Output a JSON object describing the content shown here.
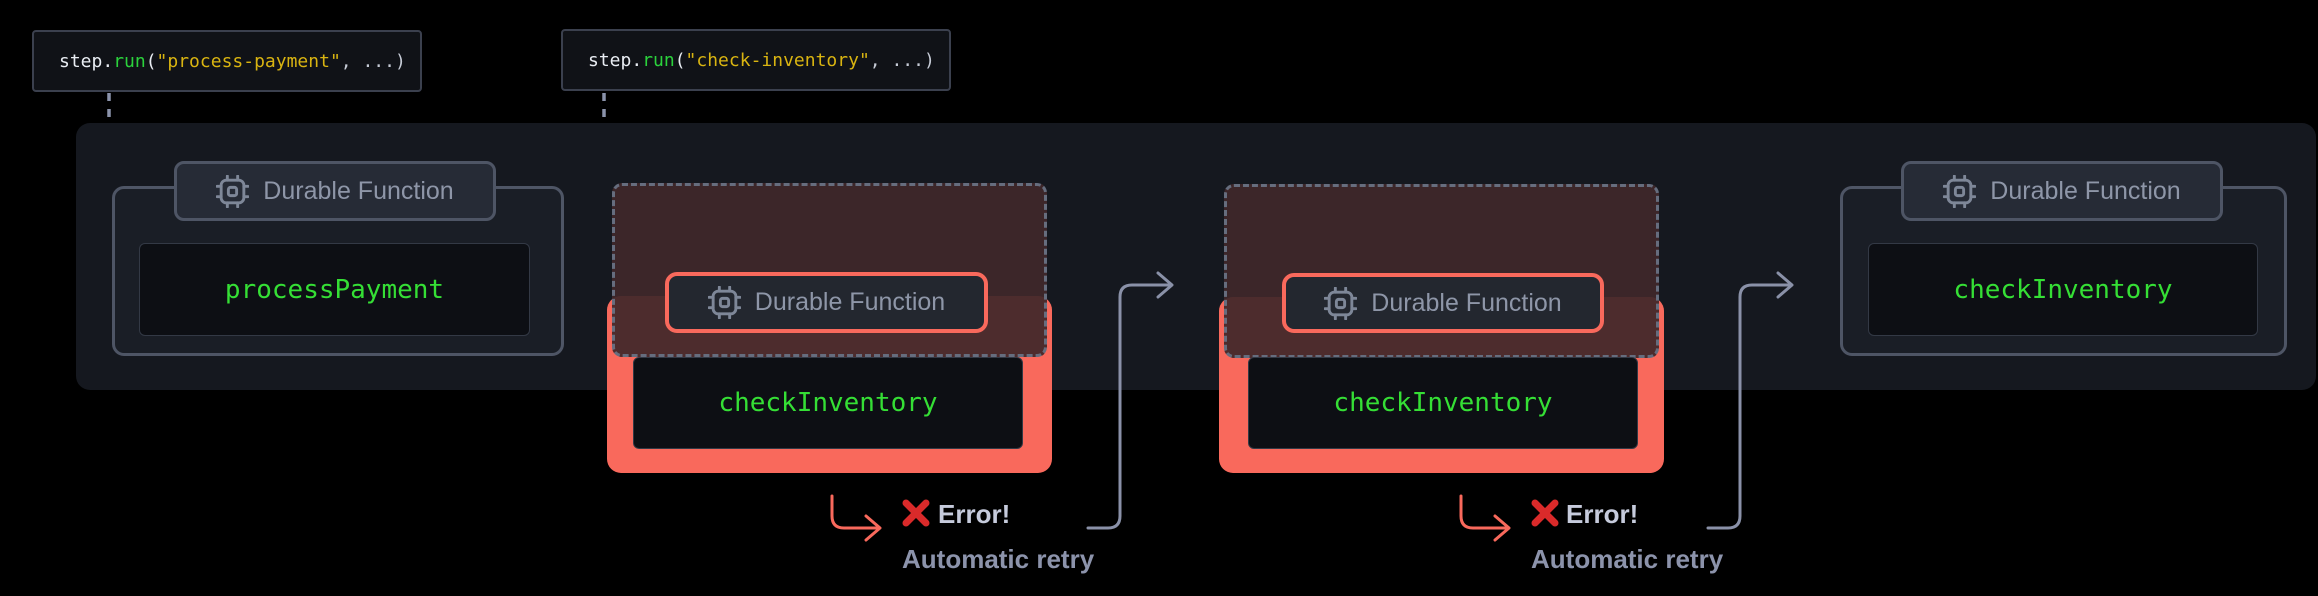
{
  "tooltips": [
    {
      "obj": "step.",
      "fn": "run",
      "open": "(",
      "str": "\"process-payment\"",
      "rest": ", ...)"
    },
    {
      "obj": "step.",
      "fn": "run",
      "open": "(",
      "str": "\"check-inventory\"",
      "rest": ", ...)"
    }
  ],
  "groups": [
    {
      "badge_label": "Durable Function",
      "function_name": "processPayment"
    },
    {
      "badge_label": "Durable Function",
      "function_name": "checkInventory"
    },
    {
      "badge_label": "Durable Function",
      "function_name": "checkInventory"
    },
    {
      "badge_label": "Durable Function",
      "function_name": "checkInventory"
    }
  ],
  "annotations": [
    {
      "error_label": "Error!",
      "retry_label": "Automatic retry"
    },
    {
      "error_label": "Error!",
      "retry_label": "Automatic retry"
    }
  ],
  "colors": {
    "salmon": "#f9695c",
    "function_green": "#35df35",
    "code_green": "#2bd23c",
    "code_yellow": "#d9b411",
    "error_red": "#da2a2a",
    "connector_gray": "#8b93ab"
  }
}
